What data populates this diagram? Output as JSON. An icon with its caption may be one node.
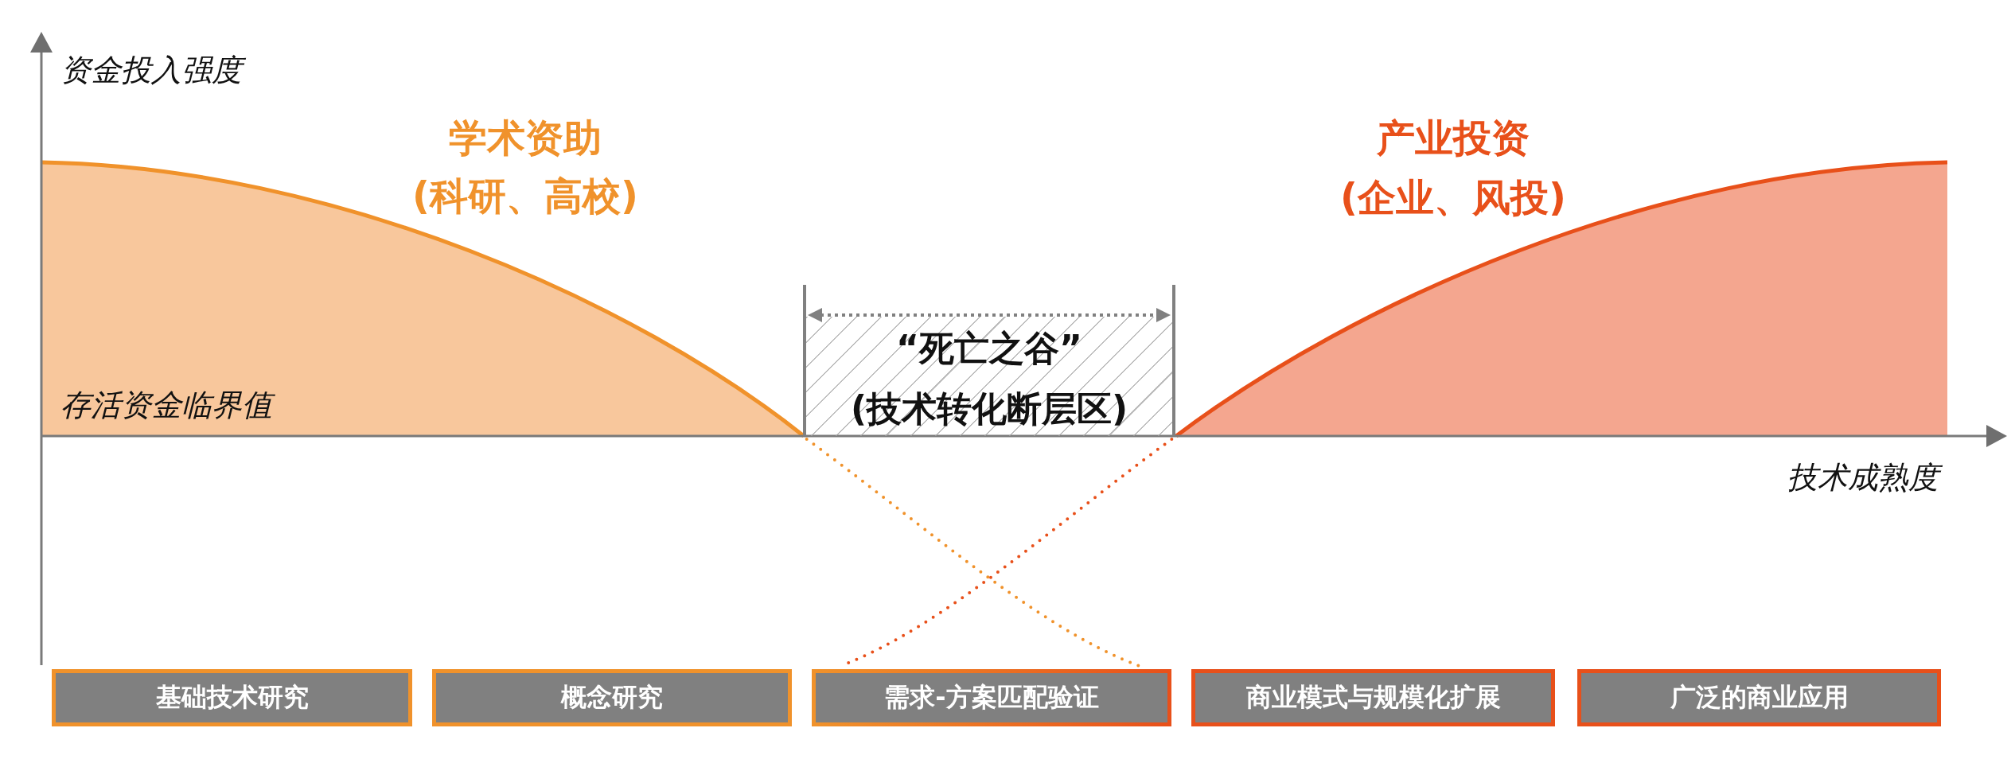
{
  "diagram": {
    "nodes": [
      {
        "text": [
          "“死亡之谷”",
          "(技术转化断层区)"
        ]
      },
      {
        "text": [
          "基础技术研究"
        ]
      },
      {
        "text": [
          "概念研究"
        ]
      },
      {
        "text": [
          "需求-方案匹配验证"
        ]
      },
      {
        "text": [
          "商业模式与规模化扩展"
        ]
      },
      {
        "text": [
          "广泛的商业应用"
        ]
      }
    ],
    "edges": [
      {
        "from": 0,
        "to": 3,
        "arrow": "none",
        "style": "dashed",
        "color": "#f0922b"
      },
      {
        "from": 0,
        "to": 3,
        "arrow": "none",
        "style": "dashed",
        "color": "#e8501a"
      }
    ],
    "labels": [
      "资金投入强度",
      "学术资助",
      "(科研、高校)",
      "产业投资",
      "(企业、风投)",
      "存活资金临界值",
      "技术成熟度"
    ]
  }
}
